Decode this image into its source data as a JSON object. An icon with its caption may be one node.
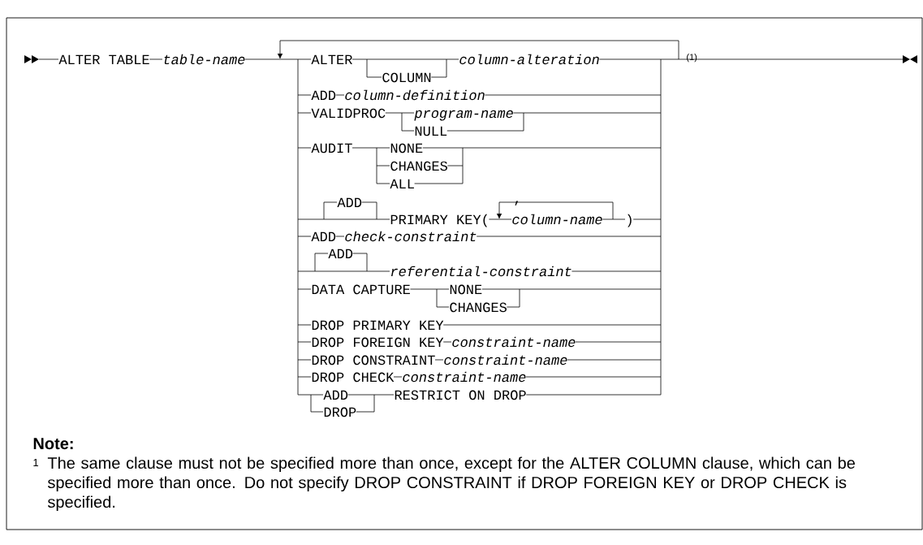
{
  "diagram": {
    "labels": [
      "ALTER TABLE",
      "table-name",
      "ALTER",
      "column-alteration",
      "(1)",
      "COLUMN",
      "ADD",
      "column-definition",
      "VALIDPROC",
      "program-name",
      "NULL",
      "AUDIT",
      "NONE",
      "CHANGES",
      "ALL",
      "ADD",
      ",",
      "PRIMARY KEY(",
      "column-name",
      ")",
      "ADD",
      "check-constraint",
      "ADD",
      "referential-constraint",
      "DATA CAPTURE",
      "NONE",
      "CHANGES",
      "DROP PRIMARY KEY",
      "DROP FOREIGN KEY",
      "constraint-name",
      "DROP CONSTRAINT",
      "constraint-name",
      "DROP CHECK",
      "constraint-name",
      "ADD",
      "RESTRICT ON DROP",
      "DROP",
      "Note:",
      "1",
      "The same clause must not be specified more than once, except for the ALTER COLUMN clause, which can be specified more than once. Do not specify DROP CONSTRAINT if DROP FOREIGN KEY or DROP CHECK is specified."
    ]
  }
}
